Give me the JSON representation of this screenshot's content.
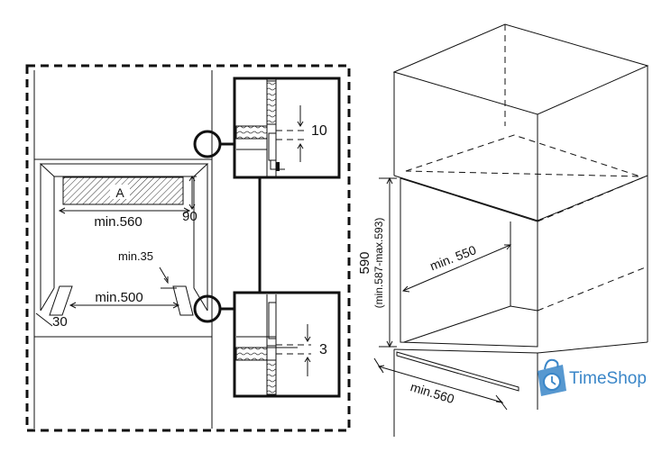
{
  "left_view": {
    "label_a": "A",
    "dim_90": "90",
    "dim_min560": "min.560",
    "dim_min35": "min.35",
    "dim_min500": "min.500",
    "dim_30": "30"
  },
  "detail_top": {
    "dim": "10"
  },
  "detail_bottom": {
    "dim": "3"
  },
  "right_view": {
    "height": "590",
    "height_range": "(min.587-max.593)",
    "depth": "min. 550",
    "width": "min.560"
  },
  "watermark": {
    "brand": "TimeShop",
    "icon": "shopping-bag-clock-icon",
    "color": "#3a86c8"
  }
}
